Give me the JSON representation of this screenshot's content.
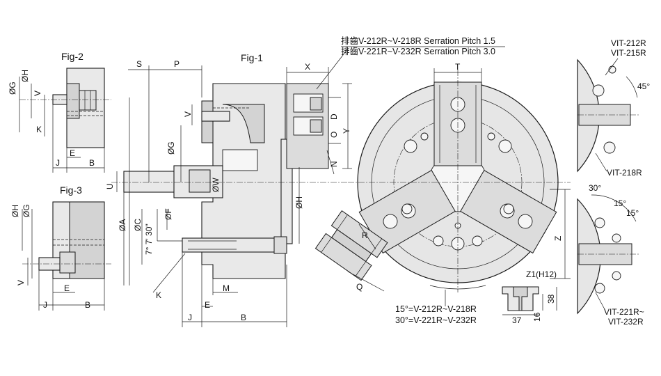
{
  "figures": {
    "fig1": "Fig-1",
    "fig2": "Fig-2",
    "fig3": "Fig-3"
  },
  "notes": {
    "serration_1": "排齒V-212R~V-218R Serration Pitch 1.5",
    "serration_2": "排齒V-221R~V-232R Serration Pitch 3.0",
    "angle_1": "15°=V-212R~V-218R",
    "angle_2": "30°=V-221R~V-232R"
  },
  "models": {
    "top_1": "VIT-212R",
    "top_2": "VIT-215R",
    "mid": "VIT-218R",
    "bottom_1": "VIT-221R~",
    "bottom_2": "VIT-232R"
  },
  "angles": {
    "a45": "45°",
    "a30": "30°",
    "a15a": "15°",
    "a15b": "15°",
    "taper": "7° 7' 30\""
  },
  "dims_fig1": {
    "S": "S",
    "P": "P",
    "X": "X",
    "V": "V",
    "G": "ØG",
    "U": "U",
    "W": "ØW",
    "A": "ØA",
    "C": "ØC",
    "F": "ØF",
    "H": "ØH",
    "K": "K",
    "M": "M",
    "E": "E",
    "J": "J",
    "B": "B",
    "D": "D",
    "O": "O",
    "Y": "Y",
    "N": "N"
  },
  "dims_fig2": {
    "G": "ØG",
    "H": "ØH",
    "V": "V",
    "K": "K",
    "E": "E",
    "J": "J",
    "B": "B"
  },
  "dims_fig3": {
    "H": "ØH",
    "G": "ØG",
    "V": "V",
    "E": "E",
    "J": "J",
    "B": "B"
  },
  "dims_front": {
    "T": "T",
    "Z": "Z"
  },
  "dims_jaw": {
    "R": "R",
    "Q": "Q"
  },
  "dims_slot": {
    "Z1": "Z1(H12)",
    "d38": "38",
    "d16": "16",
    "d37": "37"
  }
}
